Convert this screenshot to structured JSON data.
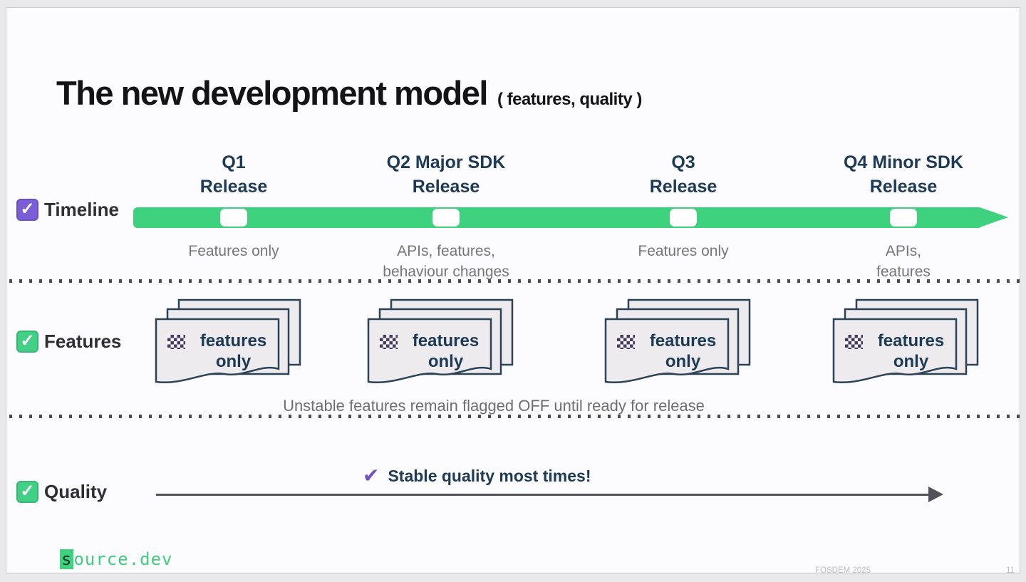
{
  "slide": {
    "title": "The new development model",
    "title_suffix": "( features, quality )"
  },
  "rows": {
    "timeline": {
      "label": "Timeline"
    },
    "features": {
      "label": "Features",
      "note": "Unstable features remain flagged OFF until ready for release"
    },
    "quality": {
      "label": "Quality",
      "callout": "Stable quality most times!"
    }
  },
  "columns": [
    {
      "header_line1": "Q1",
      "header_line2": "Release",
      "timeline_note_line1": "Features only",
      "timeline_note_line2": "",
      "card_label": "features only"
    },
    {
      "header_line1": "Q2 Major SDK",
      "header_line2": "Release",
      "timeline_note_line1": "APIs, features,",
      "timeline_note_line2": "behaviour changes",
      "card_label": "features only"
    },
    {
      "header_line1": "Q3",
      "header_line2": "Release",
      "timeline_note_line1": "Features only",
      "timeline_note_line2": "",
      "card_label": "features only"
    },
    {
      "header_line1": "Q4 Minor SDK",
      "header_line2": "Release",
      "timeline_note_line1": "APIs,",
      "timeline_note_line2": "features",
      "card_label": "features only"
    }
  ],
  "icons": {
    "timeline_checkbox": "checked-checkbox-icon",
    "features_checkbox": "checked-checkbox-icon",
    "quality_checkbox": "checked-checkbox-icon",
    "card_flag": "checkered-flag-icon",
    "quality_check": "checkmark-icon",
    "timeline_arrow": "arrow-right-icon",
    "quality_arrow": "arrow-right-icon",
    "checkbox_glyph": "✓",
    "quality_check_glyph": "✔"
  },
  "colors": {
    "timeline_green": "#3ed17e",
    "checkbox_purple": "#7b5ed6",
    "checkbox_green": "#43cf85",
    "heading_navy": "#1d3a56",
    "muted_text": "#76767a",
    "callout_purple": "#7450c8",
    "card_fill": "#edebee",
    "card_border": "#2c4257"
  },
  "footer": {
    "logo_prefix": "s",
    "logo_suffix": "ource.dev",
    "event": "FOSDEM 2025",
    "page_number": "11"
  }
}
